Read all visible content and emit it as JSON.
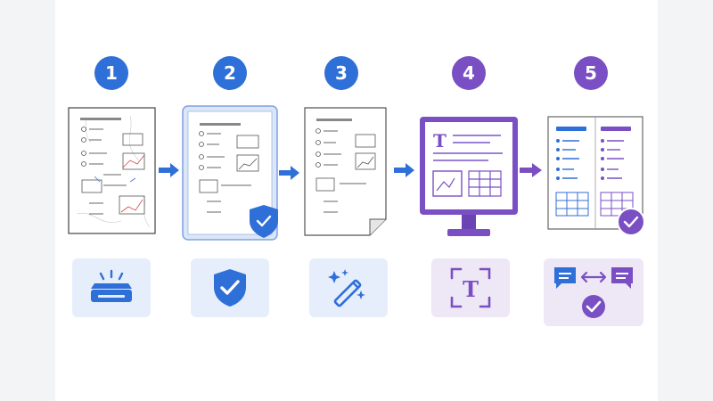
{
  "steps": [
    {
      "number": "1",
      "color": "#2f6fd8",
      "document": "scanned-noisy-form",
      "tool_icon": "scanner-icon"
    },
    {
      "number": "2",
      "color": "#2f6fd8",
      "document": "validated-form-in-frame",
      "tool_icon": "shield-check-icon"
    },
    {
      "number": "3",
      "color": "#2f6fd8",
      "document": "cleaned-form",
      "tool_icon": "magic-wand-icon"
    },
    {
      "number": "4",
      "color": "#7a4fc4",
      "document": "monitor-with-extracted-text",
      "tool_icon": "text-recognition-icon"
    },
    {
      "number": "5",
      "color": "#7a4fc4",
      "document": "two-column-comparison",
      "tool_icon": "compare-chat-check-icon"
    }
  ],
  "colors": {
    "blue": "#2f6fd8",
    "purple": "#7a4fc4",
    "blue_tile": "#e6eefb",
    "purple_tile": "#ede7f6"
  }
}
